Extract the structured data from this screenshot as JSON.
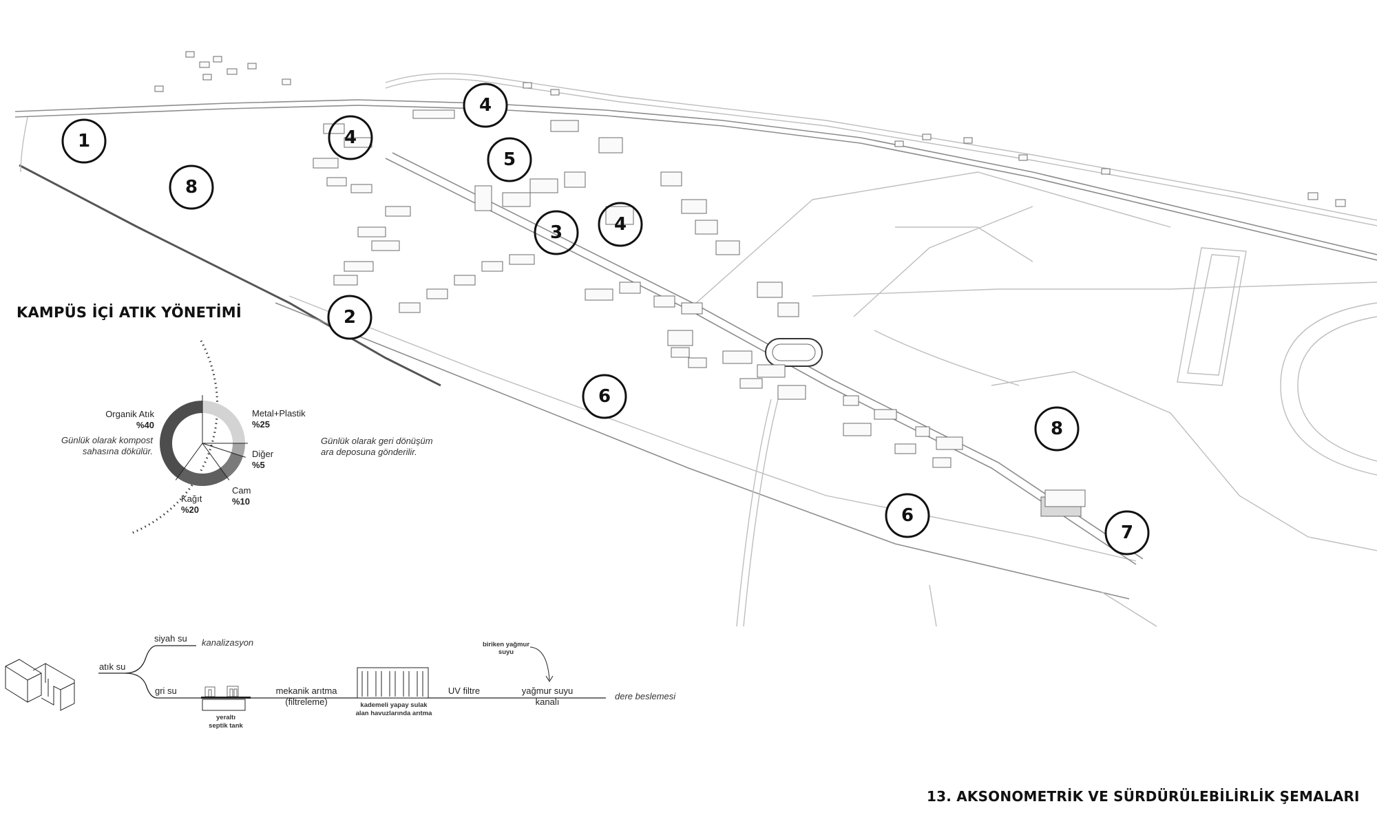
{
  "titles": {
    "waste_management": "KAMPÜS İÇİ ATIK YÖNETİMİ",
    "footer": "13. AKSONOMETRİK VE SÜRDÜRÜLEBİLİRLİK ŞEMALARI"
  },
  "map_markers": [
    "1",
    "8",
    "4",
    "4",
    "5",
    "3",
    "4",
    "2",
    "6",
    "6",
    "8",
    "7"
  ],
  "chart_data": {
    "type": "pie",
    "categories": [
      "Organik Atık",
      "Metal+Plastik",
      "Diğer",
      "Cam",
      "Kağıt"
    ],
    "values": [
      40,
      25,
      5,
      10,
      20
    ],
    "value_labels": [
      "%40",
      "%25",
      "%5",
      "%10",
      "%20"
    ],
    "colors": [
      "#4d4d4d",
      "#d3d3d3",
      "#a6a6a6",
      "#7a7a7a",
      "#5f5f5f"
    ],
    "notes": {
      "left": [
        "Günlük olarak kompost",
        "sahasına dökülür."
      ],
      "right": [
        "Günlük olarak geri dönüşüm",
        "ara deposuna gönderilir."
      ]
    }
  },
  "water_flow": {
    "source": "atık su",
    "black_water": "siyah su",
    "sewer": "kanalizasyon",
    "grey_water": "gri su",
    "septic_tank": [
      "yeraltı",
      "septik tank"
    ],
    "mechanical": [
      "mekanik arıtma",
      "(filtreleme)"
    ],
    "wetland": [
      "kademeli yapay sulak",
      "alan havuzlarında arıtma"
    ],
    "uv": "UV filtre",
    "rain_collected": [
      "biriken yağmur",
      "suyu"
    ],
    "rain_channel": [
      "yağmur suyu",
      "kanalı"
    ],
    "stream": "dere beslemesi"
  }
}
